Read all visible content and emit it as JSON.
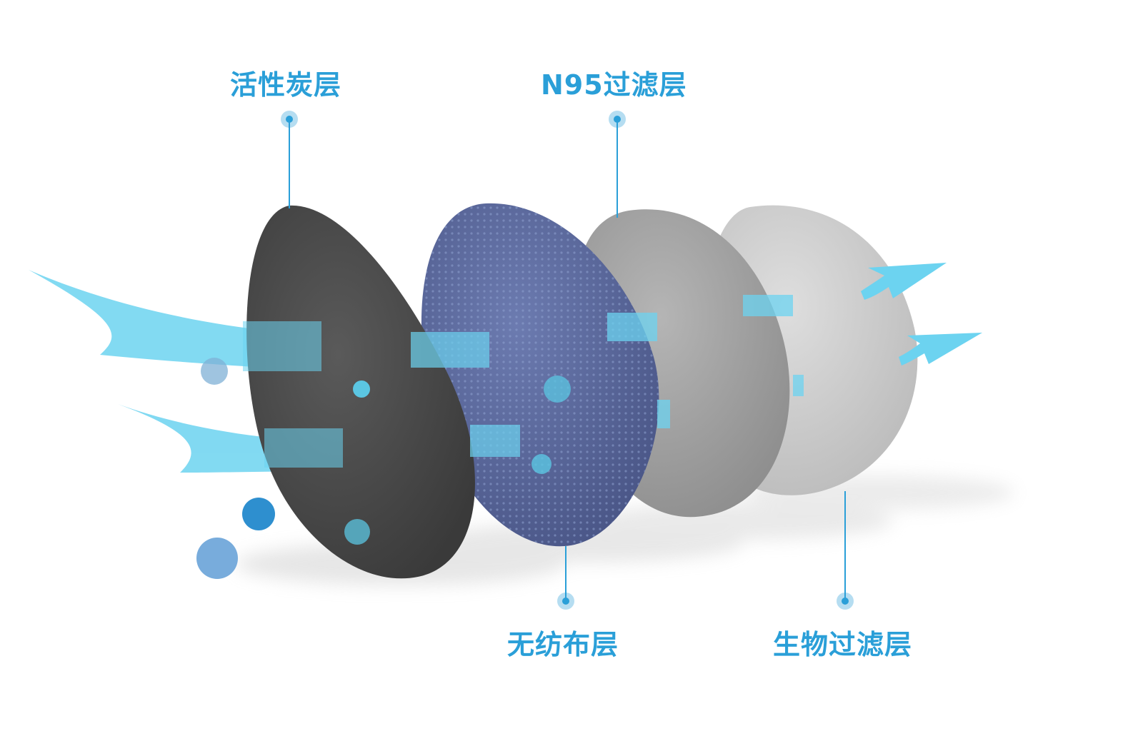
{
  "labels": {
    "activated_carbon": "活性炭层",
    "n95_filter": "N95过滤层",
    "non_woven": "无纺布层",
    "bio_filter": "生物过滤层"
  },
  "colors": {
    "accent": "#2a9fd8",
    "airflow": "#6cd3f0",
    "carbon_layer": "#4a4a4a",
    "non_woven_layer": "#5d6b9e",
    "n95_layer": "#a8a8a8",
    "bio_layer": "#d2d2d2"
  }
}
